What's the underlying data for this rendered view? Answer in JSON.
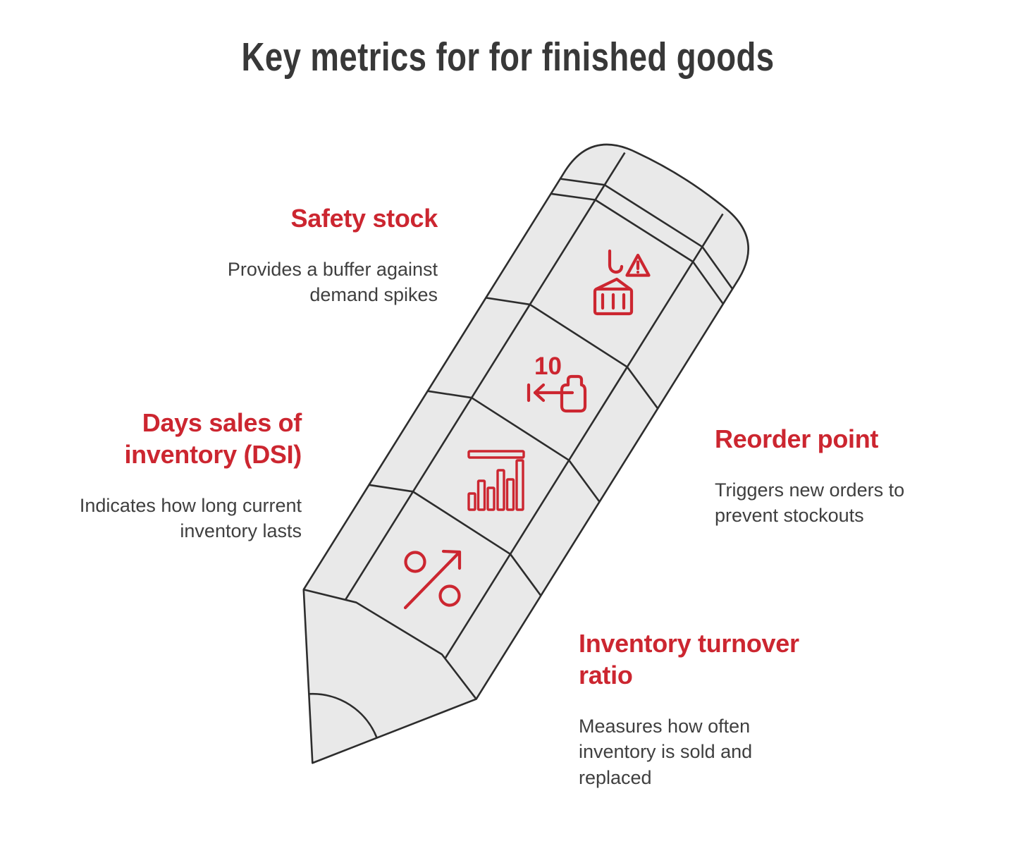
{
  "title": "Key metrics for for finished goods",
  "colors": {
    "accent": "#cc2630",
    "ink": "#2d2d2d",
    "pencil-fill": "#e9e9e9",
    "title-ink": "#383838",
    "body-ink": "#3f3f3f",
    "background": "#ffffff"
  },
  "pencil": {
    "reorder_quantity": "10",
    "segment_icons": [
      "container-crane-warning-icon",
      "reorder-quantity-icon",
      "bar-chart-icon",
      "percent-growth-icon"
    ]
  },
  "labels": {
    "safety_stock": {
      "title": "Safety stock",
      "description": "Provides a buffer against\ndemand spikes"
    },
    "dsi": {
      "title": "Days sales of\ninventory (DSI)",
      "description": "Indicates how long current\ninventory lasts"
    },
    "reorder_point": {
      "title": "Reorder point",
      "description": "Triggers new orders to\nprevent stockouts"
    },
    "inventory_turnover": {
      "title": "Inventory turnover\nratio",
      "description": "Measures how often\ninventory is sold and\nreplaced"
    }
  }
}
